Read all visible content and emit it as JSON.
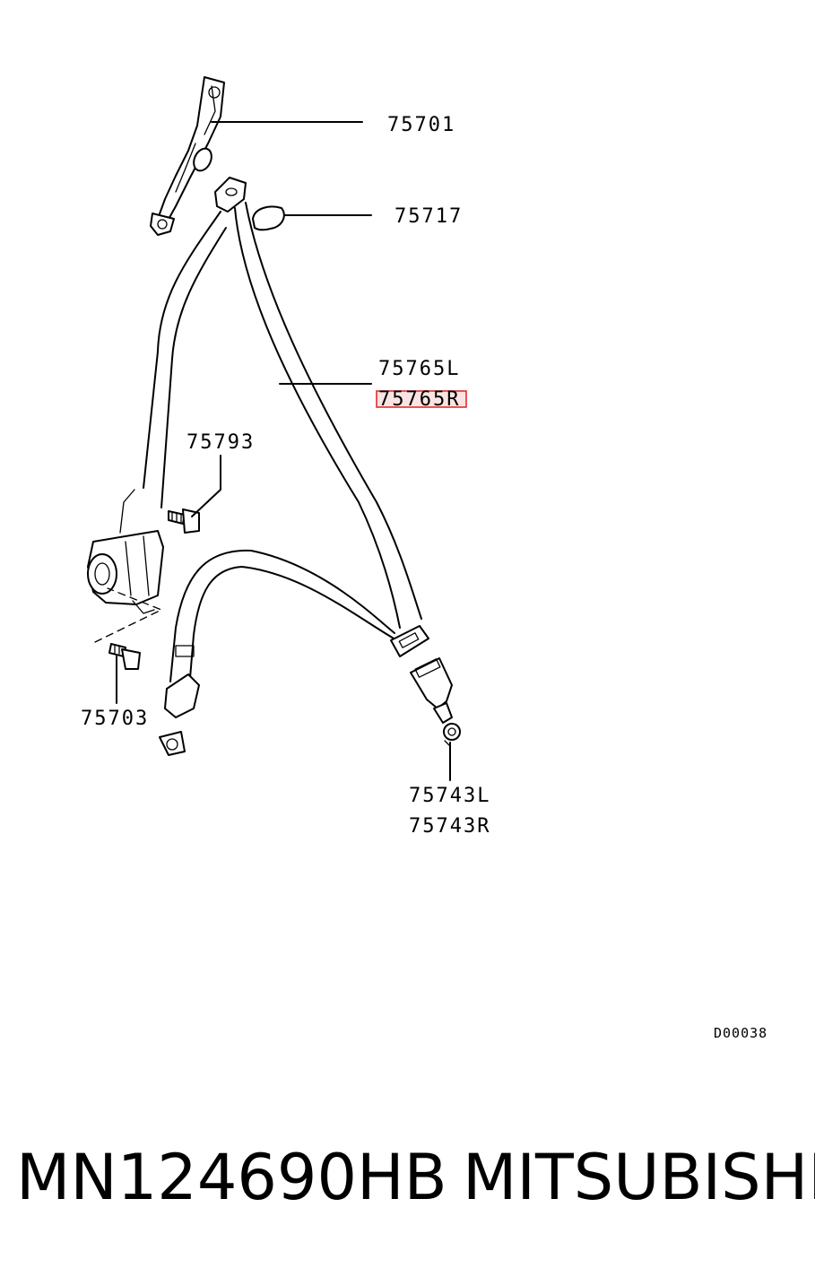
{
  "diagram": {
    "labels": {
      "anchor_adjuster": "75701",
      "cover": "75717",
      "belt_left": "75765L",
      "belt_right": "75765R",
      "bolt_upper": "75793",
      "bolt_lower": "75703",
      "buckle_left": "75743L",
      "buckle_right": "75743R"
    },
    "drawing_code": "D00038",
    "highlight_color": "#e02020"
  },
  "footer": {
    "part_number": "MN124690HB",
    "brand": "MITSUBISHI"
  }
}
